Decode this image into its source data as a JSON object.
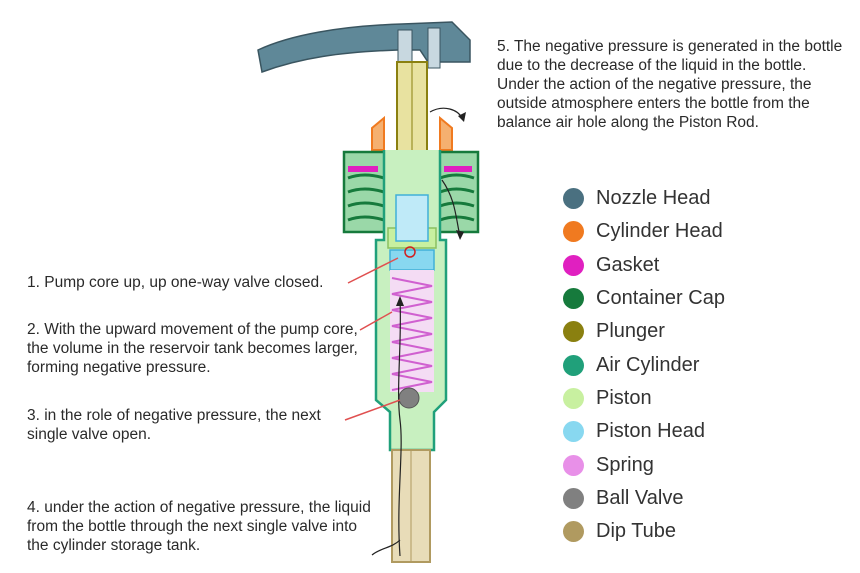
{
  "notes": {
    "note1": "1. Pump core up, up one-way valve closed.",
    "note2": "2. With the upward movement of the pump core, the volume in the reservoir tank becomes larger, forming negative pressure.",
    "note3": "3. in the role of negative pressure, the next single valve open.",
    "note4": "4.  under the action of negative pressure, the liquid from the bottle through the next single valve into the cylinder storage tank.",
    "note5": "5. The negative pressure is generated in the bottle due to the decrease of the liquid in the bottle. Under the action of the negative pressure, the outside atmosphere enters the bottle from the balance air hole along the Piston Rod."
  },
  "legend": [
    {
      "label": "Nozzle Head",
      "color": "#4a7080"
    },
    {
      "label": "Cylinder Head",
      "color": "#f07a20"
    },
    {
      "label": "Gasket",
      "color": "#e020c0"
    },
    {
      "label": "Container Cap",
      "color": "#167a3c"
    },
    {
      "label": "Plunger",
      "color": "#8a8010"
    },
    {
      "label": "Air Cylinder",
      "color": "#20a07a"
    },
    {
      "label": "Piston",
      "color": "#c8f0a0"
    },
    {
      "label": "Piston Head",
      "color": "#88d8f0"
    },
    {
      "label": "Spring",
      "color": "#e890e8"
    },
    {
      "label": "Ball Valve",
      "color": "#808080"
    },
    {
      "label": "Dip Tube",
      "color": "#b09a60"
    }
  ]
}
